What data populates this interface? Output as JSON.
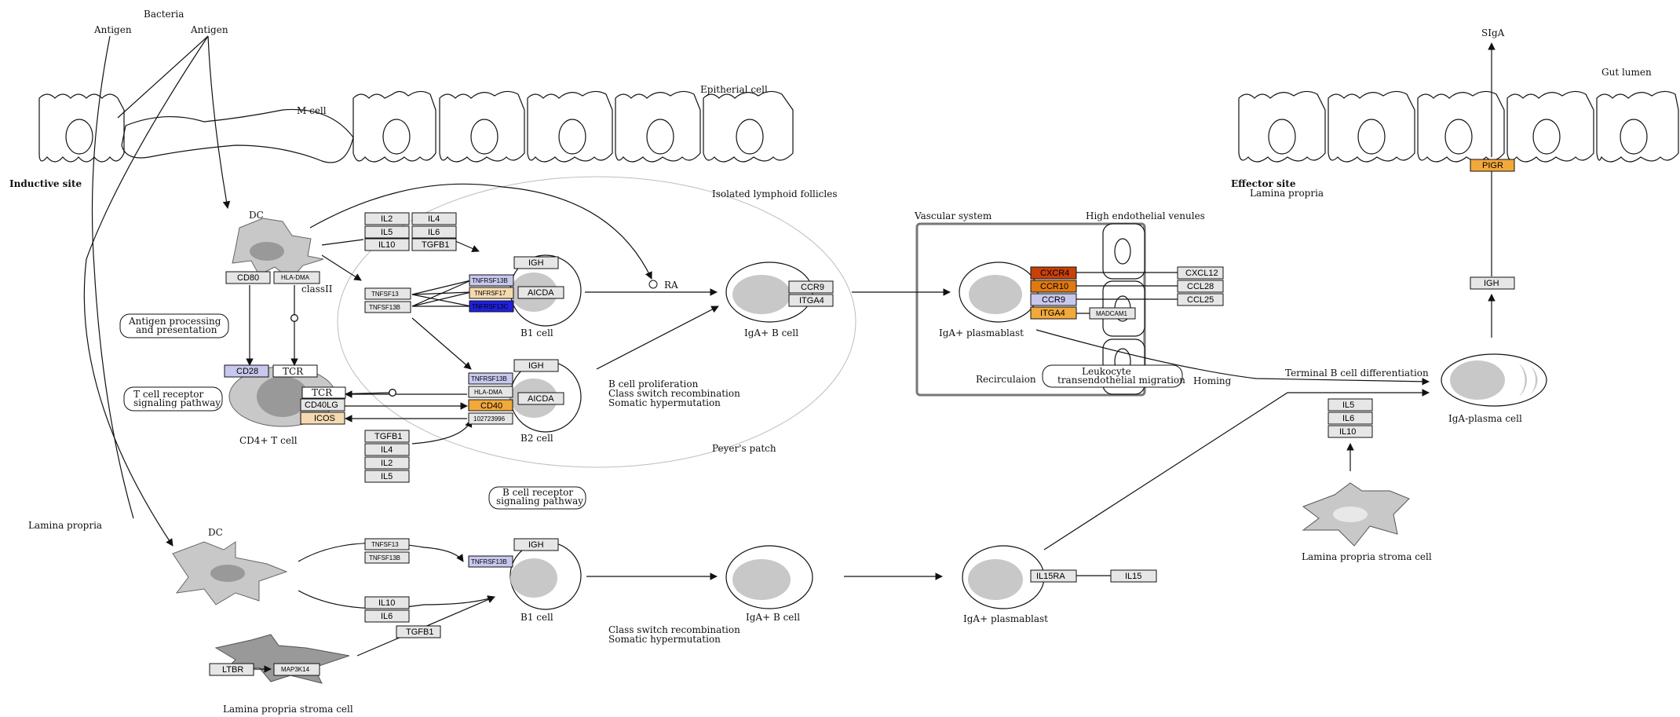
{
  "labels": {
    "bacteria": "Bacteria",
    "antigen_left": "Antigen",
    "antigen_right": "Antigen",
    "m_cell": "M cell",
    "epithelial_cell": "Epitherial cell",
    "inductive_site": "Inductive site",
    "isolated_lymphoid_follicles": "Isolated lymphoid follicles",
    "dc_top": "DC",
    "class2": "classII",
    "ra": "RA",
    "b1_cell_top": "B1 cell",
    "iga_b_cell_top": "IgA+ B cell",
    "antigen_processing_l1": "Antigen processing",
    "antigen_processing_l2": "and presentation",
    "tcr_path_l1": "T cell receptor",
    "tcr_path_l2": "signaling pathway",
    "tcr": "TCR",
    "tcr2": "TCR",
    "cd4_t_cell": "CD4+ T cell",
    "b2_cell": "B2 cell",
    "bcell_prolif_1": "B cell proliferation",
    "bcell_prolif_2": "Class switch recombination",
    "bcell_prolif_3": "Somatic hypermutation",
    "peyers_patch": "Peyer's patch",
    "bcr_path_l1": "B cell receptor",
    "bcr_path_l2": "signaling pathway",
    "lamina_propria_left": "Lamina propria",
    "dc_bottom": "DC",
    "b1_cell_bottom": "B1 cell",
    "iga_b_cell_bottom": "IgA+ B cell",
    "csr_bottom_1": "Class switch recombination",
    "csr_bottom_2": "Somatic hypermutation",
    "lp_stroma_bottom": "Lamina propria stroma cell",
    "vascular_system": "Vascular system",
    "hev": "High endothelial venules",
    "iga_plasmablast_top": "IgA+ plasmablast",
    "recirculation": "Recirculaion",
    "leukocyte_l1": "Leukocyte",
    "leukocyte_l2": "transendothelial migration",
    "homing": "Homing",
    "iga_plasmablast_bottom": "IgA+ plasmablast",
    "siga": "SIgA",
    "gut_lumen": "Gut lumen",
    "effector_site": "Effector site",
    "lamina_propria_right": "Lamina propria",
    "terminal_b": "Terminal B cell differentiation",
    "iga_plasma_cell": "IgA-plasma cell",
    "lp_stroma_right": "Lamina propria stroma cell"
  },
  "genes": {
    "il2_a": "IL2",
    "il4_a": "IL4",
    "il5_a": "IL5",
    "il6_a": "IL6",
    "il10_a": "IL10",
    "tgfb1_a": "TGFB1",
    "igh_1": "IGH",
    "tnfsf13_a": "TNFSF13",
    "tnfsf13b_a": "TNFSF13B",
    "tnfrsf13b_a": "TNFRSF13B",
    "tnfrsf17": "TNFRSF17",
    "tnfrsf13c": "TNFRSF13C",
    "aicda_1": "AICDA",
    "ccr9_a": "CCR9",
    "itga4_a": "ITGA4",
    "cd80": "CD80",
    "hla_dma_1": "HLA-DMA",
    "cd28": "CD28",
    "cd40lg": "CD40LG",
    "icos": "ICOS",
    "igh_2": "IGH",
    "tnfrsf13b_b": "TNFRSF13B",
    "hla_dma_2": "HLA-DMA",
    "aicda_2": "AICDA",
    "cd40": "CD40",
    "loc": "102723996",
    "tgfb1_b": "TGFB1",
    "il4_b": "IL4",
    "il2_b": "IL2",
    "il5_b": "IL5",
    "tnfsf13_b": "TNFSF13",
    "tnfsf13b_b": "TNFSF13B",
    "tnfrsf13b_c": "TNFRSF13B",
    "igh_3": "IGH",
    "il10_b": "IL10",
    "il6_b": "IL6",
    "tgfb1_c": "TGFB1",
    "ltbr": "LTBR",
    "map3k14": "MAP3K14",
    "cxcr4": "CXCR4",
    "ccr10": "CCR10",
    "ccr9_b": "CCR9",
    "itga4_b": "ITGA4",
    "madcam1": "MADCAM1",
    "cxcl12": "CXCL12",
    "ccl28": "CCL28",
    "ccl25": "CCL25",
    "il15ra": "IL15RA",
    "il15": "IL15",
    "pigr": "PIGR",
    "igh_4": "IGH",
    "il5_c": "IL5",
    "il6_c": "IL6",
    "il10_c": "IL10"
  },
  "colors": {
    "default_gene": "#e6e6e6",
    "lavender": "#c8c8ee",
    "light_orange": "#f5d9b0",
    "orange": "#f2a93b",
    "dark_orange": "#e07a10",
    "red_orange": "#c8410a",
    "blue": "#2020dd",
    "cell_gray": "#c8c8c8"
  }
}
